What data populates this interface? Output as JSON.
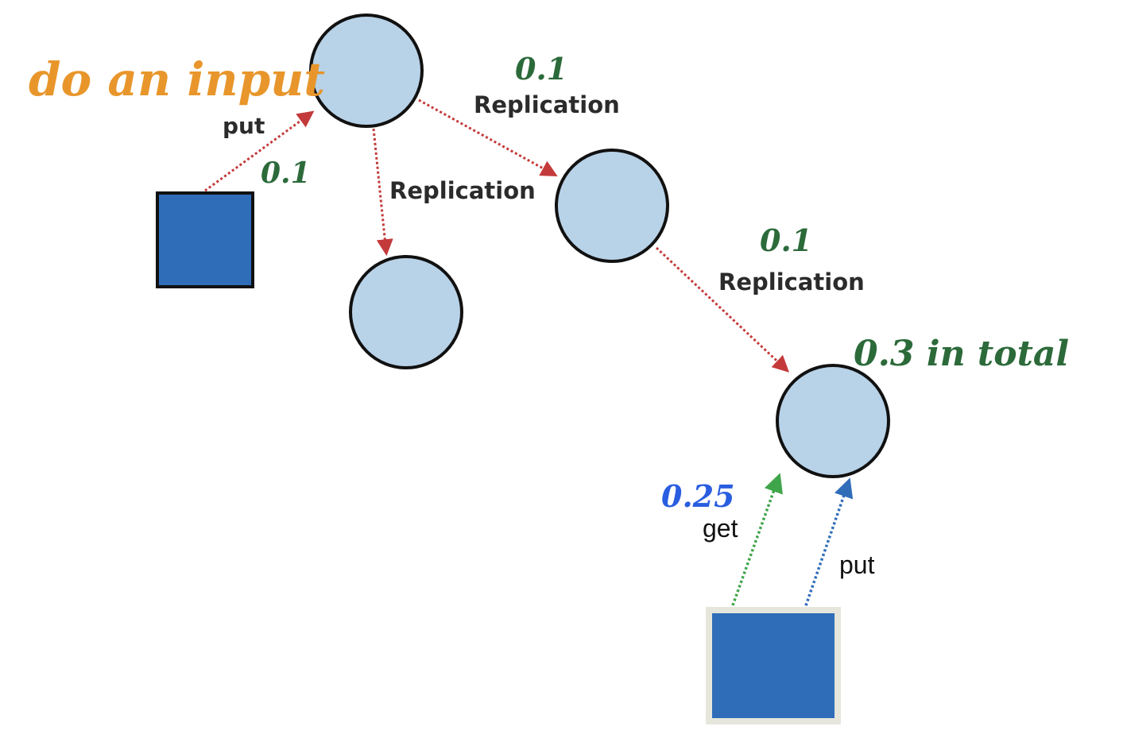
{
  "annotations": {
    "title": "do an input",
    "put_latency": "0.1",
    "repl_latency_1": "0.1",
    "repl_latency_2": "0.1",
    "total": "0.3 in total",
    "get_latency": "0.25"
  },
  "edges": {
    "put_top": "put",
    "replication_a": "Replication",
    "replication_b": "Replication",
    "replication_c": "Replication",
    "get": "get",
    "put_bottom": "put"
  },
  "colors": {
    "node_fill": "#b8d2e8",
    "client_fill": "#2f6db9",
    "replication_arrow": "#c43a3a",
    "get_arrow": "#3fa54a",
    "put_arrow_bottom": "#2f6db9",
    "annotation_orange": "#e8962b",
    "annotation_green": "#2c6a3a",
    "annotation_blue": "#2a5ee0"
  }
}
